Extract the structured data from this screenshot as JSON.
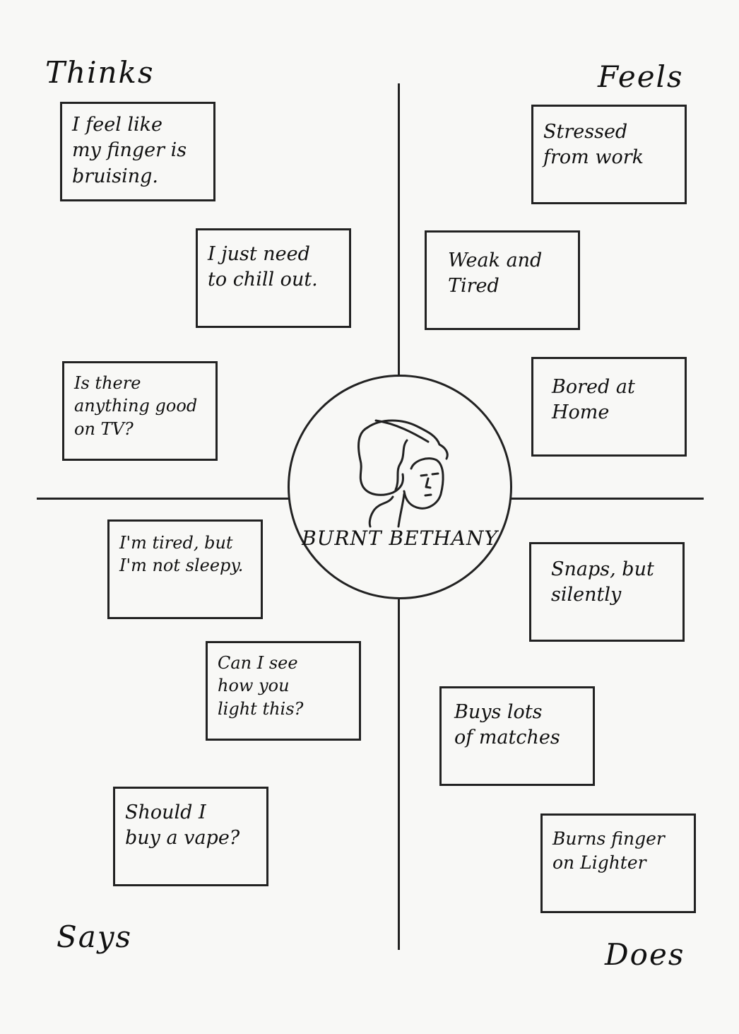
{
  "quadrants": {
    "thinks": "Thinks",
    "feels": "Feels",
    "says": "Says",
    "does": "Does"
  },
  "persona": {
    "name": "BURNT BETHANY",
    "image": "person-sketch-icon"
  },
  "notes": {
    "thinks": [
      "I feel like\nmy finger is\nbruising.",
      "I just need\nto chill out.",
      "Is there\nanything good\non TV?"
    ],
    "feels": [
      "Stressed\nfrom work",
      "Weak and\nTired",
      "Bored at\nHome"
    ],
    "says": [
      "I'm tired, but\nI'm not sleepy.",
      "Can I see\nhow you\nlight this?",
      "Should I\nbuy a vape?"
    ],
    "does": [
      "Snaps, but\nsilently",
      "Buys lots\nof matches",
      "Burns finger\non Lighter"
    ]
  },
  "colors": {
    "background": "#f8f8f6",
    "ink": "#222222"
  }
}
